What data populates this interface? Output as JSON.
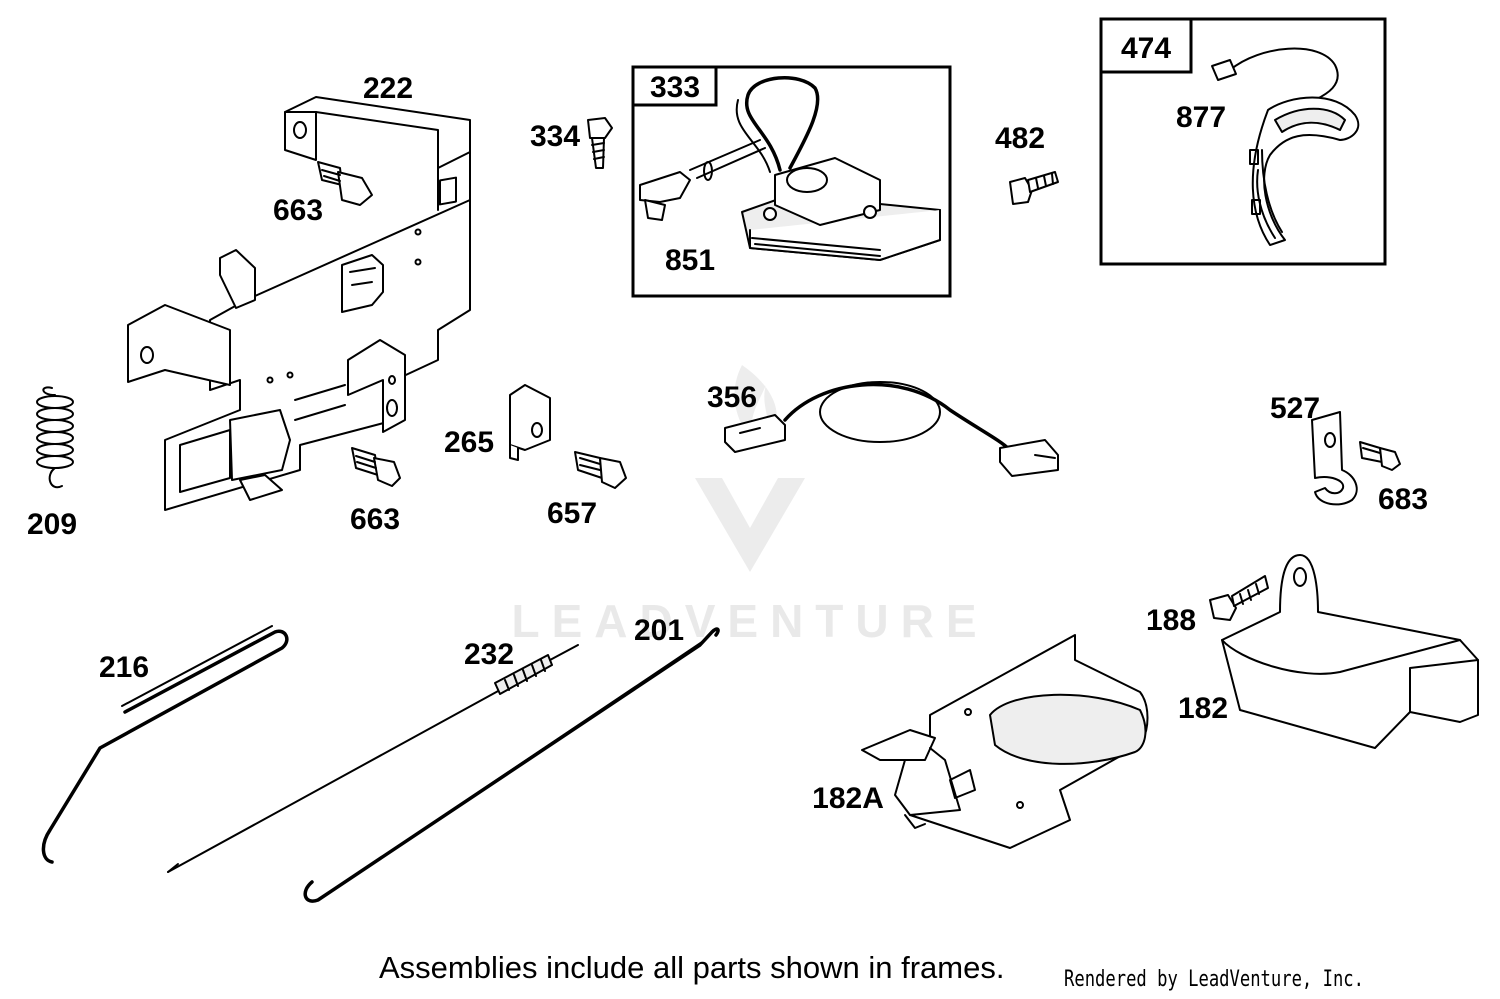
{
  "parts": {
    "p222": "222",
    "p663a": "663",
    "p663b": "663",
    "p209": "209",
    "p334": "334",
    "p851": "851",
    "p482": "482",
    "p877": "877",
    "p265": "265",
    "p657": "657",
    "p356": "356",
    "p527": "527",
    "p683": "683",
    "p216": "216",
    "p232": "232",
    "p201": "201",
    "p188": "188",
    "p182": "182",
    "p182a": "182A"
  },
  "frames": {
    "f333": "333",
    "f474": "474"
  },
  "watermark": {
    "brand": "LEADVENTURE"
  },
  "footer": {
    "note": "Assemblies include all parts shown in frames.",
    "credit": "Rendered by LeadVenture, Inc."
  }
}
